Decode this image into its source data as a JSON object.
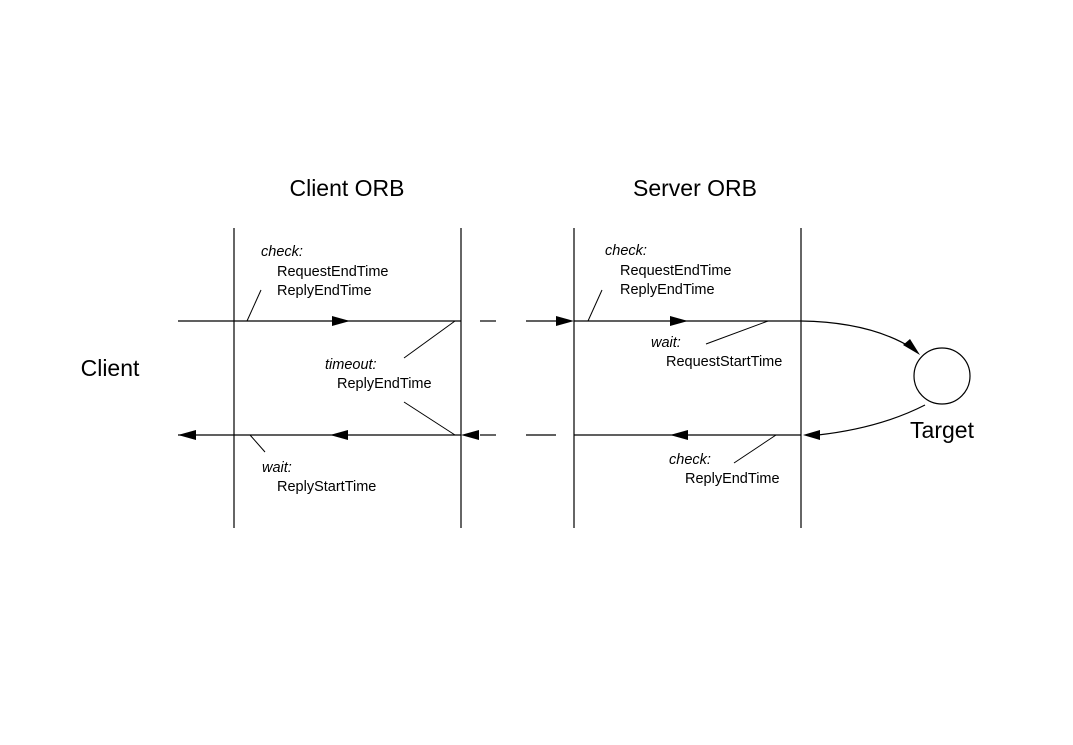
{
  "headers": {
    "client_orb": "Client ORB",
    "server_orb": "Server ORB"
  },
  "actors": {
    "client": "Client",
    "target": "Target"
  },
  "annotations": {
    "client_request": {
      "keyword": "check:",
      "lines": [
        "RequestEndTime",
        "ReplyEndTime"
      ]
    },
    "client_timeout": {
      "keyword": "timeout:",
      "lines": [
        "ReplyEndTime"
      ]
    },
    "client_reply": {
      "keyword": "wait:",
      "lines": [
        "ReplyStartTime"
      ]
    },
    "server_request_check": {
      "keyword": "check:",
      "lines": [
        "RequestEndTime",
        "ReplyEndTime"
      ]
    },
    "server_request_wait": {
      "keyword": "wait:",
      "lines": [
        "RequestStartTime"
      ]
    },
    "server_reply": {
      "keyword": "check:",
      "lines": [
        "ReplyEndTime"
      ]
    }
  },
  "colors": {
    "ink": "#000000",
    "background": "#ffffff"
  }
}
